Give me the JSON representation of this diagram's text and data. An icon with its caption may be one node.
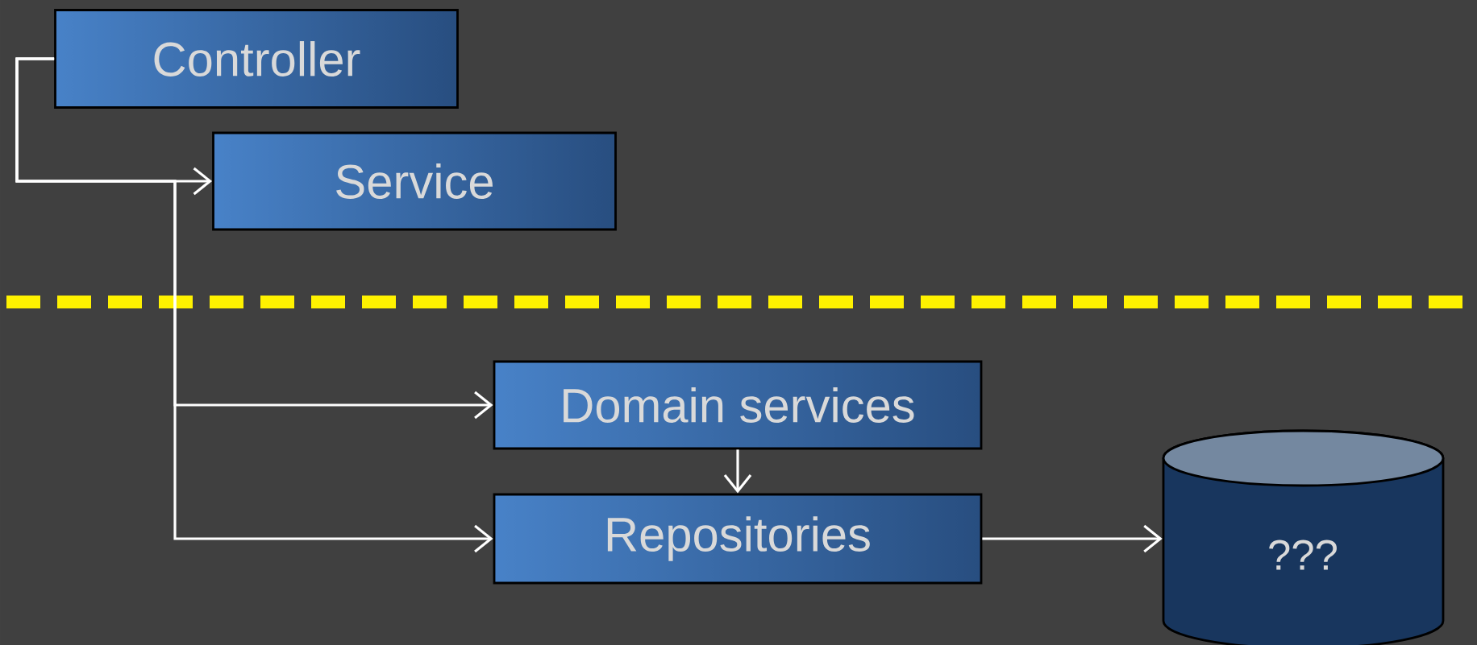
{
  "diagram": {
    "nodes": [
      {
        "text": [
          "Controller"
        ]
      },
      {
        "text": [
          "Service"
        ]
      },
      {
        "text": [
          "Domain services"
        ]
      },
      {
        "text": [
          "Repositories"
        ]
      },
      {
        "text": [
          "???"
        ]
      }
    ],
    "edges": [
      {
        "from": 0,
        "to": 1,
        "arrow": "to"
      },
      {
        "from": 0,
        "to": 2,
        "arrow": "to"
      },
      {
        "from": 0,
        "to": 3,
        "arrow": "to"
      },
      {
        "from": 2,
        "to": 3,
        "arrow": "to"
      },
      {
        "from": 3,
        "to": 4,
        "arrow": "to"
      }
    ]
  }
}
